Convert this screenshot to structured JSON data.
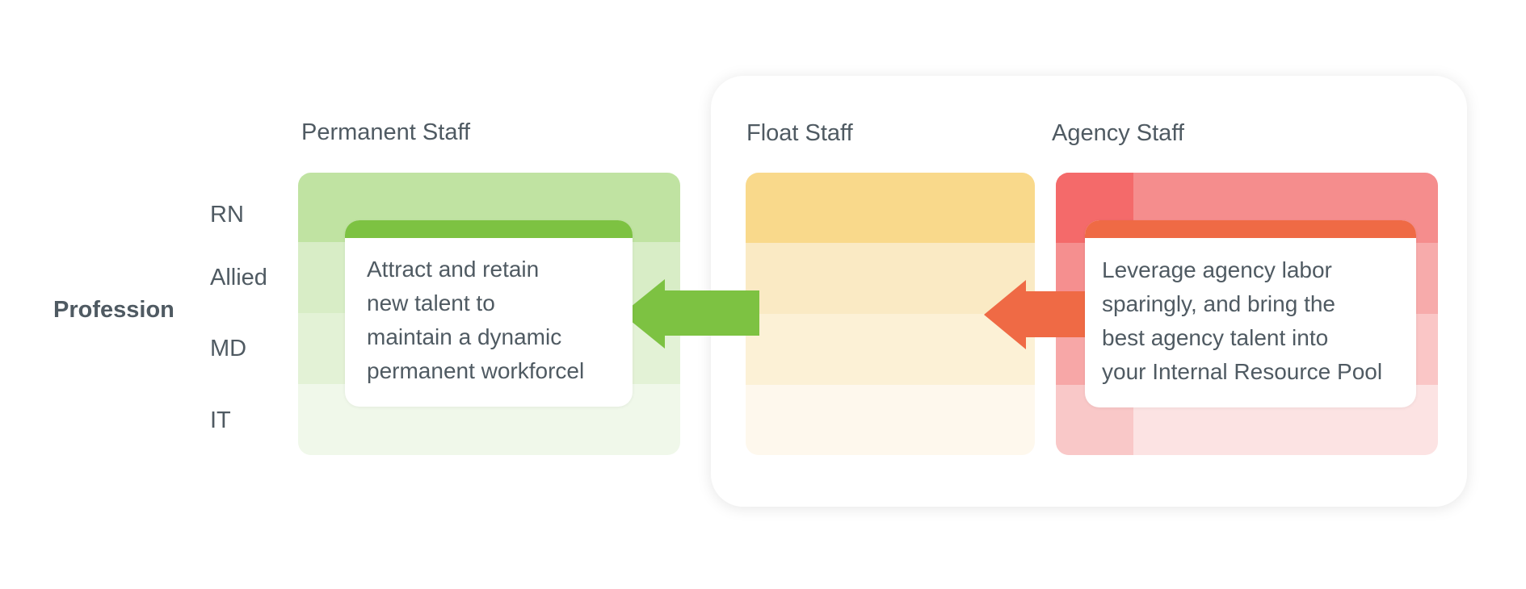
{
  "diagram": {
    "axis_title": "Profession",
    "rows": [
      "RN",
      "Allied",
      "MD",
      "IT"
    ],
    "columns": {
      "permanent": "Permanent Staff",
      "float": "Float Staff",
      "agency": "Agency Staff"
    },
    "callouts": {
      "permanent": [
        "Attract and retain",
        "new talent to",
        "maintain a dynamic",
        "permanent workforcel"
      ],
      "agency": [
        "Leverage agency labor",
        "sparingly, and bring the",
        "best agency talent into",
        "your Internal Resource Pool"
      ]
    }
  },
  "colors": {
    "green_accent": "#7dc242",
    "orange_accent": "#ef6a45",
    "text": "#4f5a62"
  }
}
